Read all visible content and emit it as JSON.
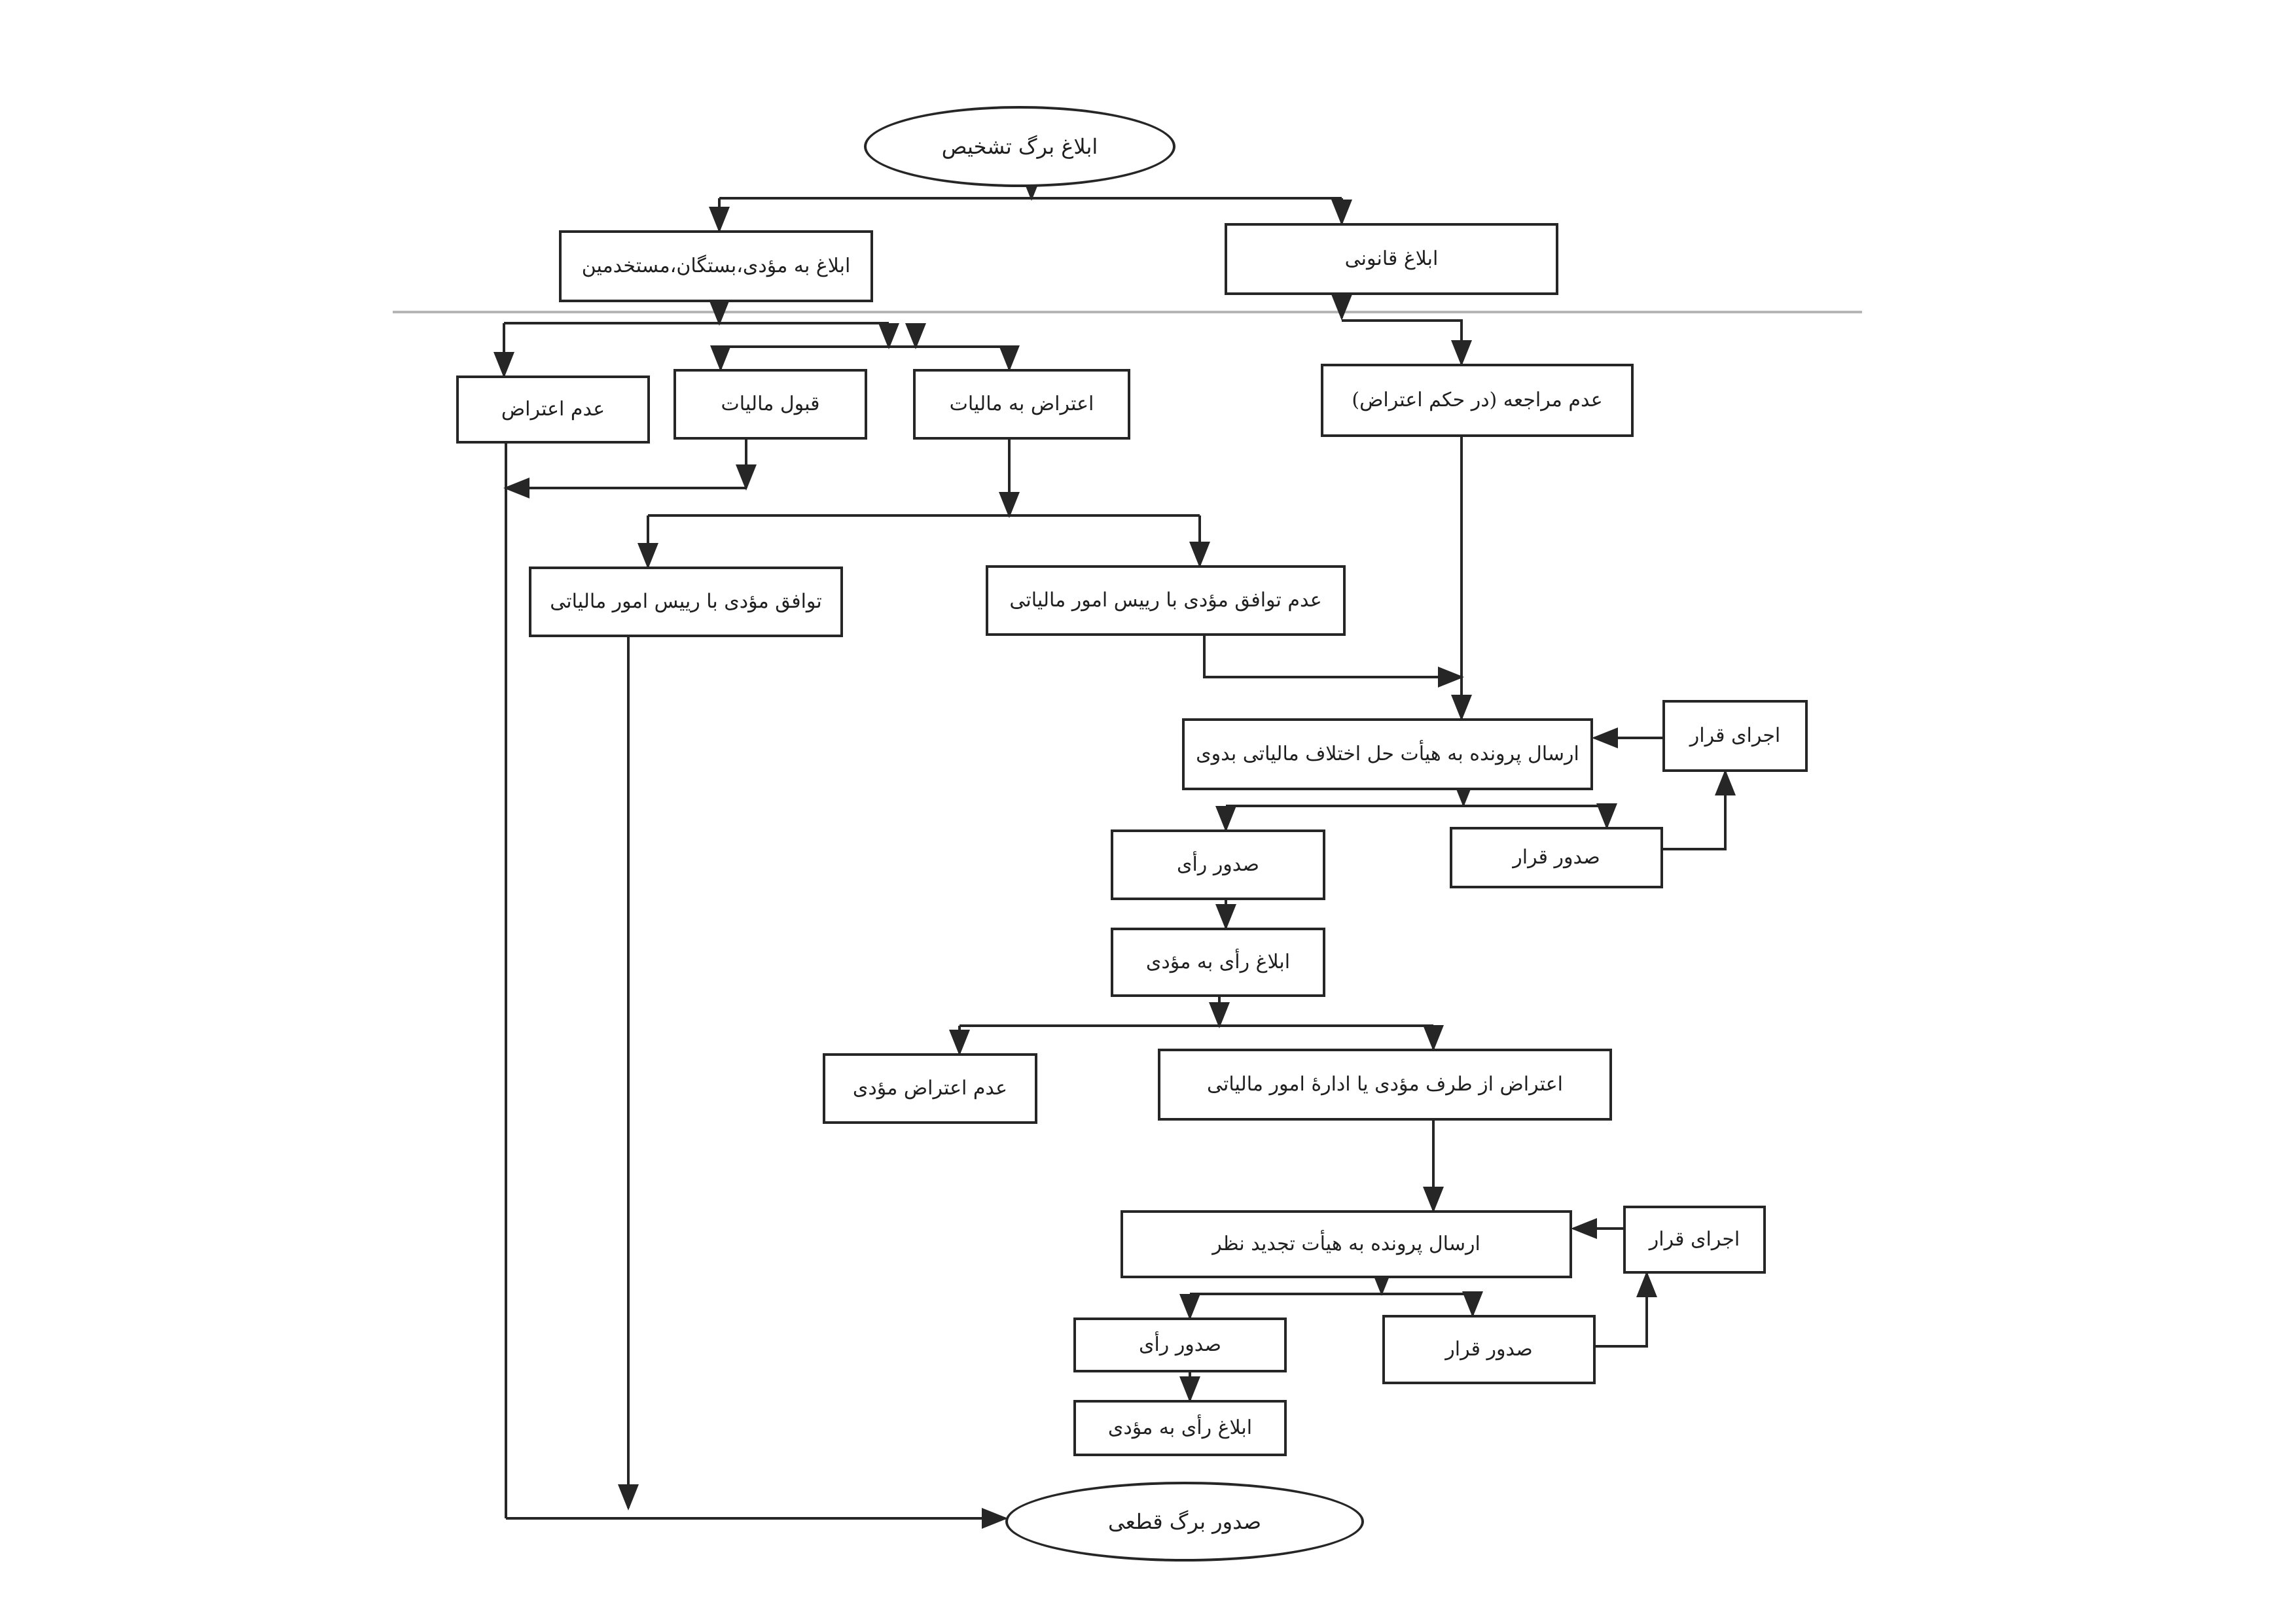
{
  "flowchart": {
    "nodes": [
      {
        "id": "assessment-notice",
        "shape": "oval",
        "label": "ابلاغ برگ تشخیص"
      },
      {
        "id": "legal-notice",
        "shape": "box",
        "label": "ابلاغ قانونی"
      },
      {
        "id": "notice-to-taxpayer",
        "shape": "box",
        "label": "ابلاغ به مؤدی،بستگان،مستخدمین"
      },
      {
        "id": "no-visit",
        "shape": "box",
        "label": "عدم مراجعه (در حکم اعتراض)"
      },
      {
        "id": "objection-to-tax",
        "shape": "box",
        "label": "اعتراض به مالیات"
      },
      {
        "id": "tax-acceptance",
        "shape": "box",
        "label": "قبول مالیات"
      },
      {
        "id": "no-objection",
        "shape": "box",
        "label": "عدم اعتراض"
      },
      {
        "id": "disagreement-with-head",
        "shape": "box",
        "label": "عدم توافق مؤدی با رییس امور مالیاتی"
      },
      {
        "id": "agreement-with-head",
        "shape": "box",
        "label": "توافق مؤدی با رییس امور مالیاتی"
      },
      {
        "id": "refer-primary-board",
        "shape": "box",
        "label": "ارسال پرونده  به هیأت حل اختلاف مالیاتی بدوی"
      },
      {
        "id": "execute-order-1",
        "shape": "box",
        "label": "اجرای قرار"
      },
      {
        "id": "issue-order-1",
        "shape": "box",
        "label": "صدور قرار"
      },
      {
        "id": "issue-ruling-1",
        "shape": "box",
        "label": "صدور رأی"
      },
      {
        "id": "notify-ruling-1",
        "shape": "box",
        "label": "ابلاغ رأی به مؤدی"
      },
      {
        "id": "objection-by-party",
        "shape": "box",
        "label": "اعتراض از طرف مؤدی یا ادارهٔ امور مالیاتی"
      },
      {
        "id": "no-objection-taxpayer",
        "shape": "box",
        "label": "عدم اعتراض مؤدی"
      },
      {
        "id": "refer-review-board",
        "shape": "box",
        "label": "ارسال پرونده به هیأت تجدید نظر"
      },
      {
        "id": "execute-order-2",
        "shape": "box",
        "label": "اجرای قرار"
      },
      {
        "id": "issue-order-2",
        "shape": "box",
        "label": "صدور قرار"
      },
      {
        "id": "issue-ruling-2",
        "shape": "box",
        "label": "صدور رأی"
      },
      {
        "id": "notify-ruling-2",
        "shape": "box",
        "label": "ابلاغ رأی به مؤدی"
      },
      {
        "id": "final-sheet",
        "shape": "oval",
        "label": "صدور برگ قطعی"
      }
    ]
  },
  "colors": {
    "line": "#262626",
    "border": "#262626",
    "text": "#1f1f1f",
    "rule": "#b5b5b5"
  }
}
